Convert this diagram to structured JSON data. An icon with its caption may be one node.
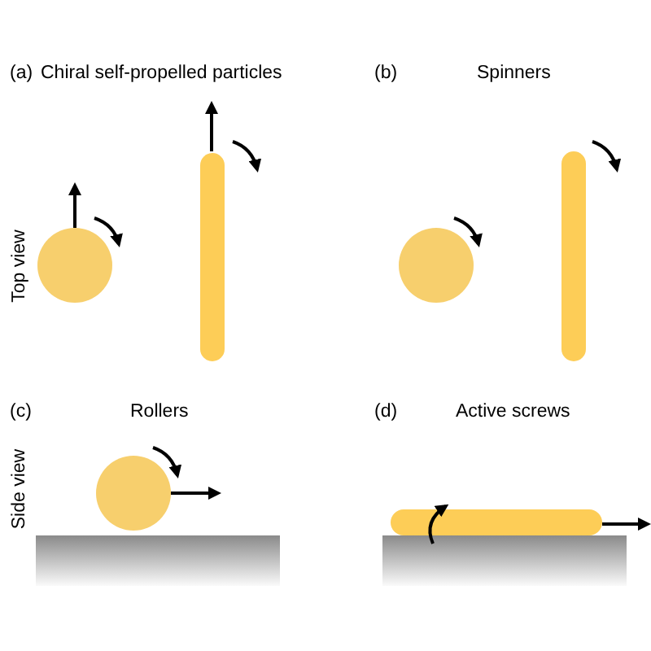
{
  "diagram": {
    "labels": [
      "(a)",
      "Chiral self-propelled particles",
      "(b)",
      "Spinners",
      "Top view",
      "(c)",
      "Rollers",
      "(d)",
      "Active screws",
      "Side view"
    ]
  }
}
